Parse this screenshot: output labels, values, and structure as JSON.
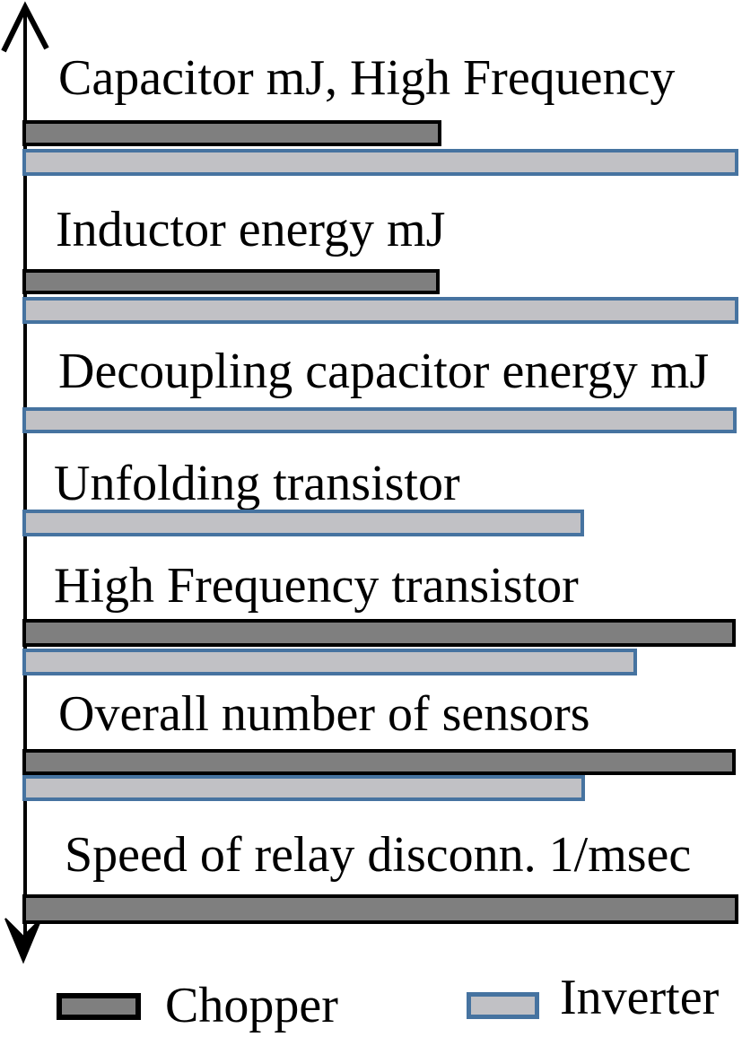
{
  "chart_data": {
    "type": "bar",
    "orientation": "horizontal",
    "title": "",
    "categories": [
      "Capacitor mJ, High Frequency",
      "Inductor energy mJ",
      "Decoupling capacitor energy mJ",
      "Unfolding transistor",
      "High Frequency transistor",
      "Overall number of sensors",
      "Speed of relay disconn. 1/msec"
    ],
    "series": [
      {
        "name": "Chopper",
        "values_relative": [
          0.585,
          0.583,
          null,
          null,
          0.996,
          0.996,
          1.0
        ]
      },
      {
        "name": "Inverter",
        "values_relative": [
          1.0,
          1.0,
          0.997,
          0.785,
          0.858,
          0.786,
          null
        ]
      }
    ],
    "value_axis_ticks_visible": false,
    "grid": false,
    "legend_position": "bottom",
    "axis_style": "single vertical arrow axis with arrowheads top and bottom"
  },
  "legend": {
    "chopper": "Chopper",
    "inverter": "Inverter"
  },
  "colors": {
    "chopper_fill": "#7F7F7F",
    "chopper_border": "#000000",
    "inverter_fill": "#C1C1C5",
    "inverter_border": "#4673A0",
    "axis": "#000000",
    "text": "#000000",
    "background": "#FFFFFF"
  }
}
